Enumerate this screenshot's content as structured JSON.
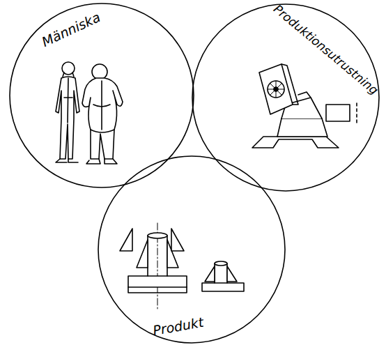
{
  "diagram": {
    "nodes": [
      {
        "text": [
          "Människa"
        ]
      },
      {
        "text": [
          "Produktionsutrustning"
        ]
      },
      {
        "text": [
          "Produkt"
        ]
      }
    ]
  }
}
